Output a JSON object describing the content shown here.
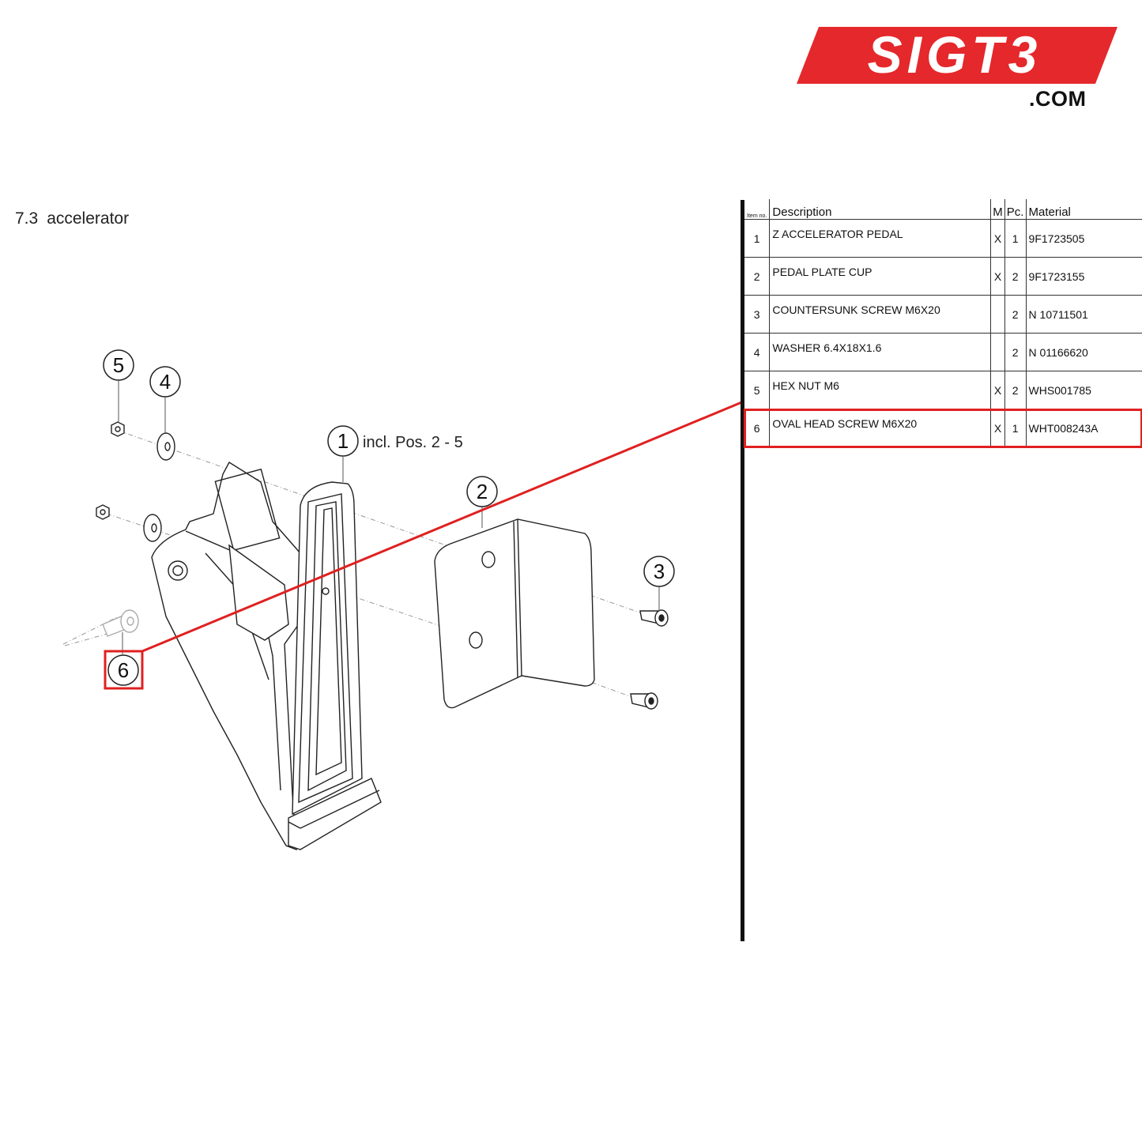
{
  "logo": {
    "text": "SIGT3",
    "domain": ".COM",
    "color": "#e5282b"
  },
  "section": {
    "number": "7.3",
    "title": "accelerator"
  },
  "callouts": {
    "c1": "1",
    "c1_note": "incl. Pos. 2 - 5",
    "c2": "2",
    "c3": "3",
    "c4": "4",
    "c5": "5",
    "c6": "6"
  },
  "highlight_color": "#e02020",
  "table": {
    "headers": {
      "no": "Item no.",
      "desc": "Description",
      "m": "M",
      "pc": "Pc.",
      "material": "Material"
    },
    "rows": [
      {
        "no": "1",
        "desc": "Z ACCELERATOR PEDAL",
        "m": "X",
        "pc": "1",
        "material": "9F1723505"
      },
      {
        "no": "2",
        "desc": "PEDAL PLATE CUP",
        "m": "X",
        "pc": "2",
        "material": "9F1723155"
      },
      {
        "no": "3",
        "desc": "COUNTERSUNK SCREW M6X20",
        "m": "",
        "pc": "2",
        "material": "N 10711501"
      },
      {
        "no": "4",
        "desc": "WASHER 6.4X18X1.6",
        "m": "",
        "pc": "2",
        "material": "N 01166620"
      },
      {
        "no": "5",
        "desc": "HEX NUT M6",
        "m": "X",
        "pc": "2",
        "material": "WHS001785"
      },
      {
        "no": "6",
        "desc": "OVAL HEAD SCREW M6X20",
        "m": "X",
        "pc": "1",
        "material": "WHT008243A"
      }
    ],
    "highlighted_row": "6"
  }
}
